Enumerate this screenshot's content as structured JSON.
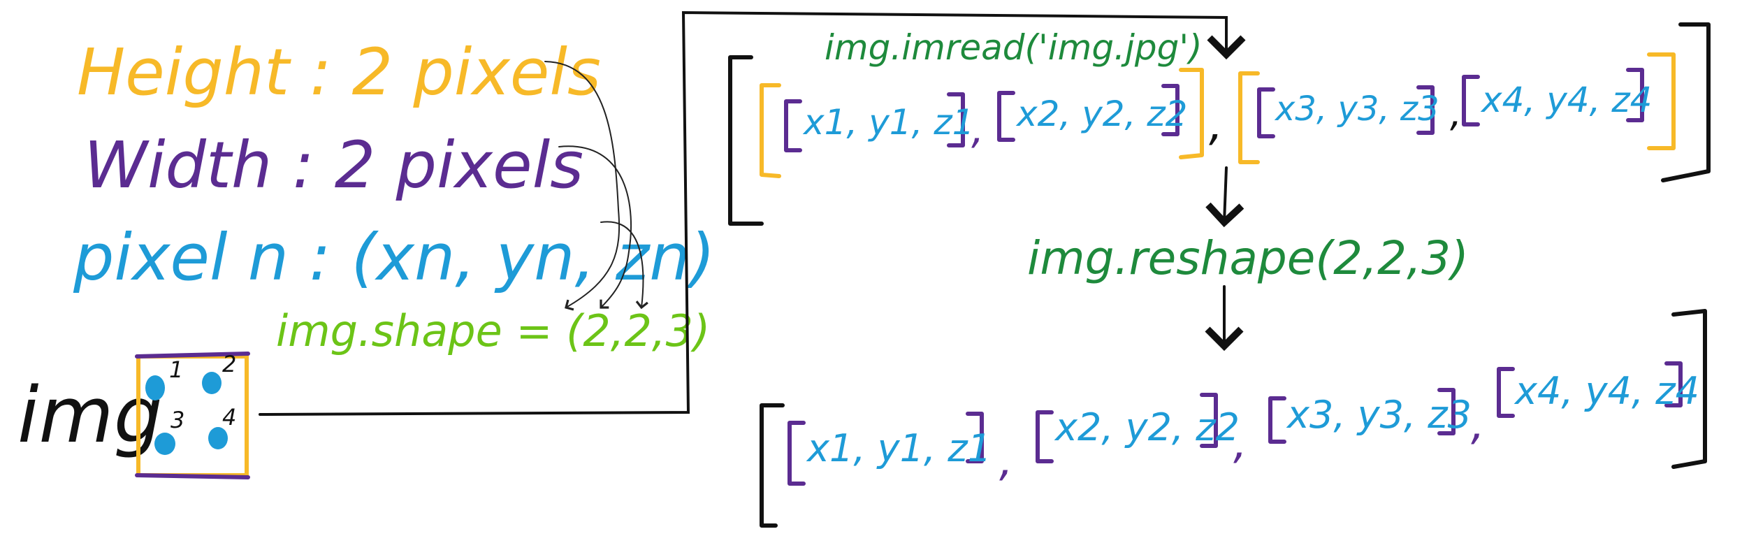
{
  "legend": {
    "height": "Height : 2 pixels",
    "width": "Width :  2 pixels",
    "pixel": "pixel n : (xn, yn, zn)",
    "shape": "img.shape = (2,2,3)"
  },
  "image_label": "img",
  "pixel_numbers": [
    "1",
    "2",
    "3",
    "4"
  ],
  "imread_label": "img.imread('img.jpg')",
  "reshape_label": "img.reshape(2,2,3)",
  "top_array": {
    "row1": [
      "x1, y1, z1",
      "x2, y2, z2"
    ],
    "row2": [
      "x3, y3, z3",
      "x4, y4, z4"
    ]
  },
  "bottom_array": [
    "x1, y1, z1",
    "x2, y2, z2",
    "x3, y3, z3",
    "x4, y4, z4"
  ],
  "separator": ",",
  "colors": {
    "yellow": "#F7B928",
    "purple": "#5B2C91",
    "blue": "#1E9BD7",
    "green": "#1E8A3C",
    "lime": "#6CC417",
    "black": "#111111"
  }
}
